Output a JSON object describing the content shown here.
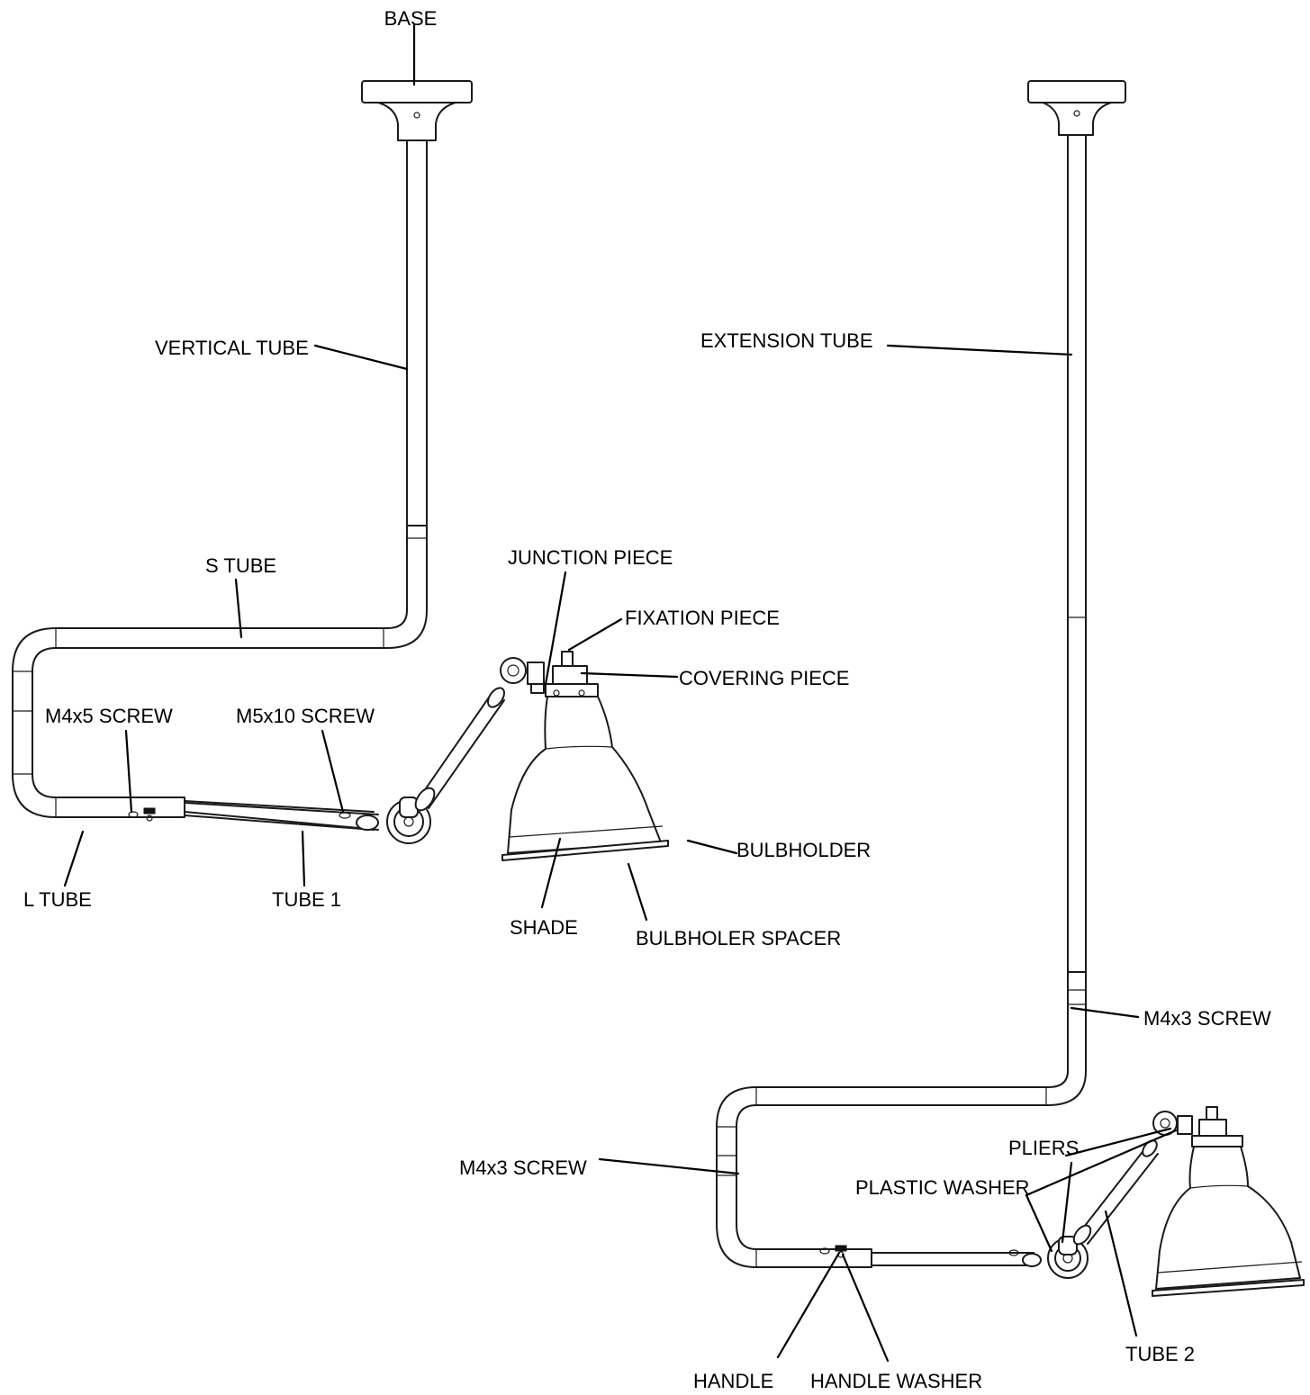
{
  "labels": {
    "base": "BASE",
    "vertical_tube": "VERTICAL TUBE",
    "s_tube": "S TUBE",
    "junction_piece": "JUNCTION PIECE",
    "fixation_piece": "FIXATION PIECE",
    "covering_piece": "COVERING PIECE",
    "m4x5_screw": "M4x5 SCREW",
    "m5x10_screw": "M5x10 SCREW",
    "l_tube": "L TUBE",
    "tube_1": "TUBE 1",
    "shade": "SHADE",
    "bulbholder": "BULBHOLDER",
    "bulbholder_spacer": "BULBHOLER SPACER",
    "extension_tube": "EXTENSION TUBE",
    "m4x3_screw_upper": "M4x3 SCREW",
    "m4x3_screw_lower": "M4x3 SCREW",
    "pliers": "PLIERS",
    "plastic_washer": "PLASTIC WASHER",
    "handle": "HANDLE",
    "handle_washer": "HANDLE WASHER",
    "tube_2": "TUBE 2"
  },
  "colors": {
    "ink": "#000000",
    "background": "#ffffff"
  }
}
